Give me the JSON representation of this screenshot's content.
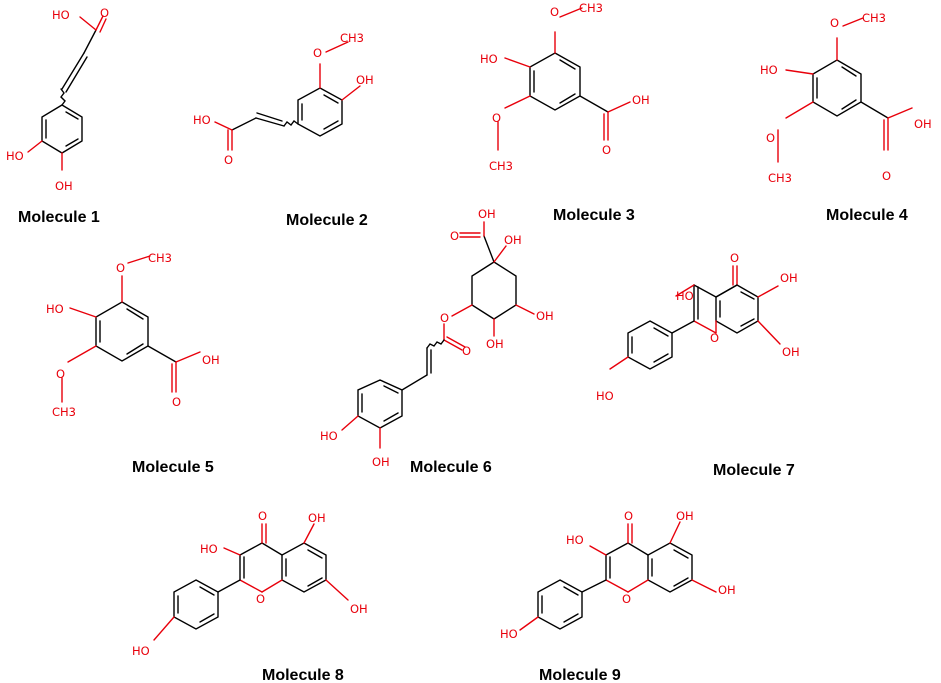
{
  "colors": {
    "carbon_bond": "#000000",
    "oxygen": "#e8000b",
    "background": "#ffffff"
  },
  "atom_labels": {
    "OH": "OH",
    "HO": "HO",
    "O": "O",
    "CH3": "CH3"
  },
  "molecules": [
    {
      "caption": "Molecule 1"
    },
    {
      "caption": "Molecule 2"
    },
    {
      "caption": "Molecule 3"
    },
    {
      "caption": "Molecule 4"
    },
    {
      "caption": "Molecule 5"
    },
    {
      "caption": "Molecule 6"
    },
    {
      "caption": "Molecule 7"
    },
    {
      "caption": "Molecule 8"
    },
    {
      "caption": "Molecule 9"
    }
  ]
}
